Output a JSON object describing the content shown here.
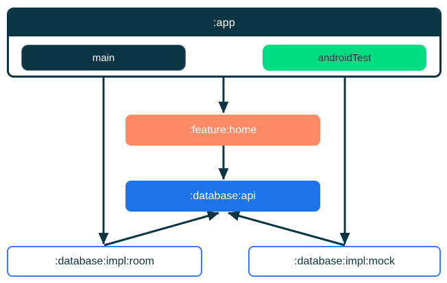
{
  "colors": {
    "navy": "#0b3445",
    "green": "#00dc82",
    "coral": "#ff8a65",
    "blue": "#1e73e8",
    "impl_box_border_blue": "#3a7df0",
    "background": "#ffffff",
    "edge_stroke": "#0b3445"
  },
  "app_module": {
    "title": ":app",
    "source_sets": [
      {
        "id": "main",
        "label": "main"
      },
      {
        "id": "androidTest",
        "label": "androidTest"
      }
    ]
  },
  "modules": {
    "feature_home": {
      "label": ":feature:home"
    },
    "database_api": {
      "label": ":database:api"
    },
    "database_impl_room": {
      "label": ":database:impl:room"
    },
    "database_impl_mock": {
      "label": ":database:impl:mock"
    }
  },
  "edges": [
    {
      "from": ":app (main)",
      "to": ":database:impl:room"
    },
    {
      "from": ":app",
      "to": ":feature:home"
    },
    {
      "from": ":app (androidTest)",
      "to": ":database:impl:mock"
    },
    {
      "from": ":feature:home",
      "to": ":database:api"
    },
    {
      "from": ":database:impl:room",
      "to": ":database:api"
    },
    {
      "from": ":database:impl:mock",
      "to": ":database:api"
    }
  ]
}
